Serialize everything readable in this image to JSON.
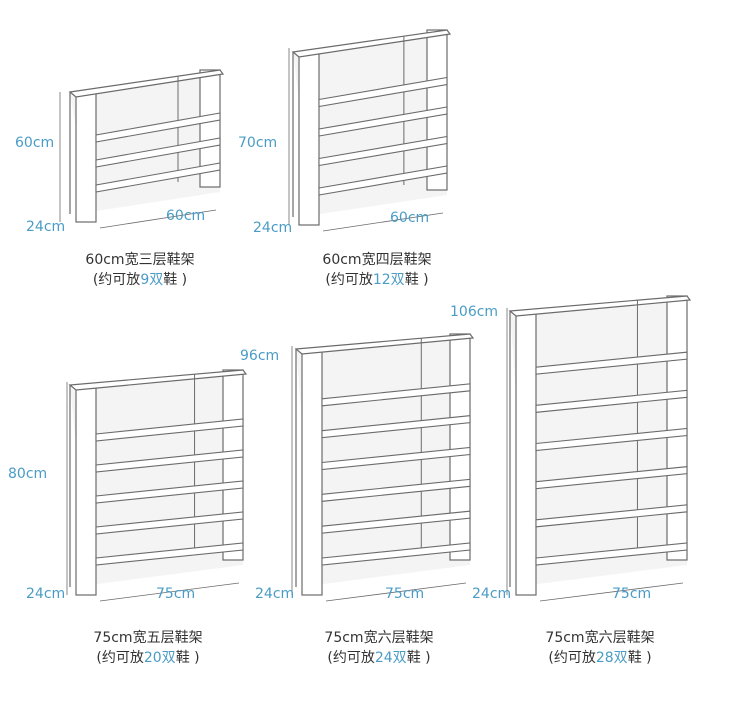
{
  "colors": {
    "dimension": "#4a9cc6",
    "caption": "#333333",
    "line": "#6b6b6b",
    "fill": "#f4f4f4"
  },
  "racks": [
    {
      "id": "r1",
      "height_label": "60cm",
      "depth_label": "24cm",
      "width_label": "60cm",
      "title": "60cm宽三层鞋架",
      "cap_pre": "(约可放",
      "cap_num": "9双",
      "cap_post": "鞋 )"
    },
    {
      "id": "r2",
      "height_label": "70cm",
      "depth_label": "24cm",
      "width_label": "60cm",
      "title": "60cm宽四层鞋架",
      "cap_pre": "(约可放",
      "cap_num": "12双",
      "cap_post": "鞋 )"
    },
    {
      "id": "r3",
      "height_label": "80cm",
      "depth_label": "24cm",
      "width_label": "75cm",
      "title": "75cm宽五层鞋架",
      "cap_pre": "(约可放",
      "cap_num": "20双",
      "cap_post": "鞋 )"
    },
    {
      "id": "r4",
      "height_label": "96cm",
      "depth_label": "24cm",
      "width_label": "75cm",
      "title": "75cm宽六层鞋架",
      "cap_pre": "(约可放",
      "cap_num": "24双",
      "cap_post": "鞋 )"
    },
    {
      "id": "r5",
      "height_label": "106cm",
      "depth_label": "24cm",
      "width_label": "75cm",
      "title": "75cm宽六层鞋架",
      "cap_pre": "(约可放",
      "cap_num": "28双",
      "cap_post": "鞋 )"
    }
  ]
}
